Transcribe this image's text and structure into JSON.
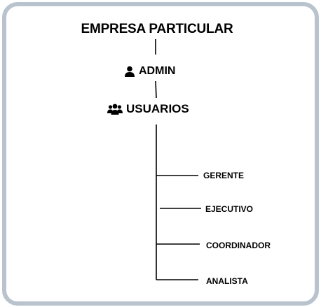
{
  "diagram": {
    "title": "EMPRESA PARTICULAR",
    "admin": {
      "label": "ADMIN",
      "icon": "user-icon"
    },
    "users": {
      "label": "USUARIOS",
      "icon": "users-group-icon"
    },
    "roles": [
      {
        "label": "GERENTE"
      },
      {
        "label": "EJECUTIVO"
      },
      {
        "label": "COORDINADOR"
      },
      {
        "label": "ANALISTA"
      }
    ]
  },
  "colors": {
    "frame": "#b9c3cd",
    "ink": "#000000",
    "background": "#ffffff"
  }
}
